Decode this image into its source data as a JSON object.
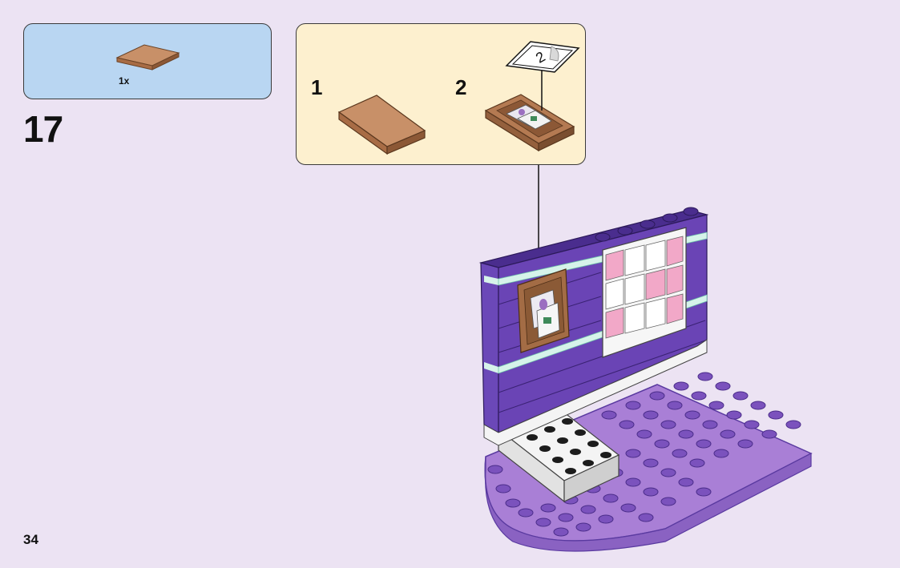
{
  "parts_list": {
    "items": [
      {
        "part": "brown-tile-2x4",
        "quantity": "1x",
        "color": "#b47a52"
      }
    ]
  },
  "step": {
    "number": "17"
  },
  "substeps": [
    {
      "number": "1",
      "part": "brown-tile"
    },
    {
      "number": "2",
      "part": "framed-picture-tile"
    }
  ],
  "callout": {
    "sticker_number": "2"
  },
  "colors": {
    "page_background": "#ece3f3",
    "parts_box": "#b9d6f2",
    "sub_box": "#fdf0cf",
    "purple_dark": "#5a3aa0",
    "purple_light": "#a57fd9",
    "brown": "#b47a52",
    "pink": "#ee9dc0",
    "mint": "#d6f3ea"
  },
  "page": {
    "number": "34"
  }
}
